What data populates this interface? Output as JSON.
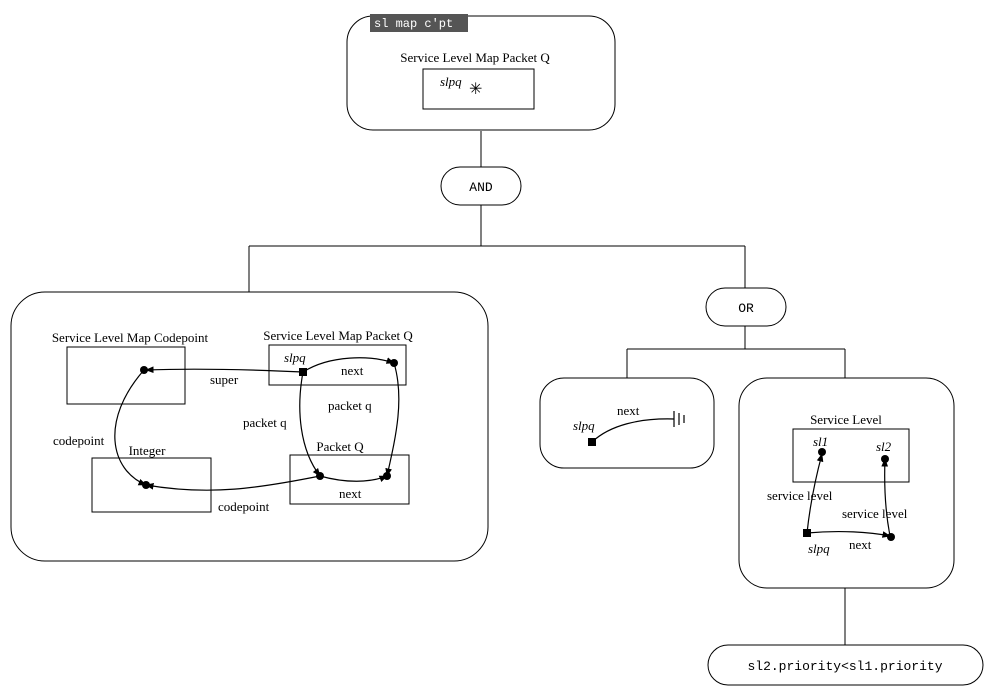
{
  "header": {
    "tag": "sl map c'pt",
    "title": "Service Level Map Packet Q",
    "var": "slpq",
    "star": "✳"
  },
  "ops": {
    "and": "AND",
    "or": "OR"
  },
  "left": {
    "codepoint_box": "Service Level Map Codepoint",
    "packetq_map_box": "Service Level Map Packet Q",
    "slpq": "slpq",
    "integer_box": "Integer",
    "packetq_box": "Packet Q",
    "edge_super": "super",
    "edge_next_top": "next",
    "edge_packetq_left": "packet q",
    "edge_packetq_right": "packet q",
    "edge_codepoint_left": "codepoint",
    "edge_codepoint_bottom": "codepoint",
    "edge_next_bottom": "next"
  },
  "mid": {
    "slpq": "slpq",
    "next": "next"
  },
  "right": {
    "service_level_box": "Service Level",
    "sl1": "sl1",
    "sl2": "sl2",
    "edge_service_level_left": "service level",
    "edge_service_level_right": "service level",
    "slpq": "slpq",
    "edge_next": "next"
  },
  "condition": "sl2.priority<sl1.priority"
}
